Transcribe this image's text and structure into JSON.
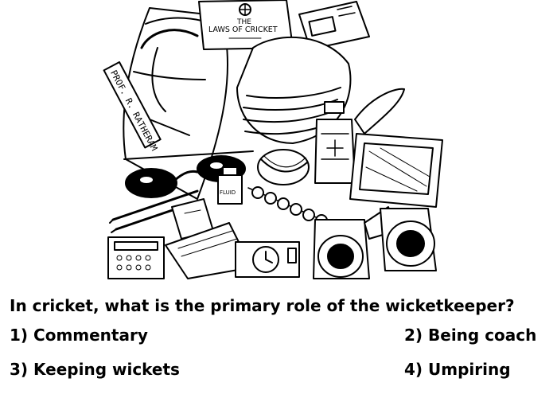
{
  "illustration": {
    "book_title_line1": "THE",
    "book_title_line2": "LAWS OF CRICKET",
    "bag_tag_label": "PROF. R. RATHERAM",
    "bottle_label": "FLUID"
  },
  "quiz": {
    "question": "In cricket, what is the primary role of the wicketkeeper?",
    "options": [
      {
        "label": "1) Commentary"
      },
      {
        "label": "2) Being coach"
      },
      {
        "label": "3) Keeping wickets"
      },
      {
        "label": "4) Umpiring"
      }
    ]
  }
}
